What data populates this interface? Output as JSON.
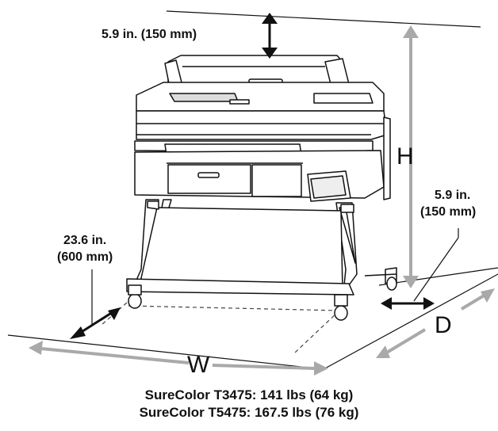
{
  "diagram": {
    "clearance_top": "5.9 in. (150 mm)",
    "clearance_right_in": "5.9 in.",
    "clearance_right_mm": "(150 mm)",
    "clearance_front_in": "23.6 in.",
    "clearance_front_mm": "(600 mm)",
    "height_letter": "H",
    "width_letter": "W",
    "depth_letter": "D",
    "caption_line1": "SureColor T3475: 141 lbs (64 kg)",
    "caption_line2": "SureColor T5475: 167.5 lbs (76 kg)",
    "colors": {
      "line": "#111111",
      "dimension_arrow": "#a9a9a9",
      "dashed": "#444444"
    }
  }
}
